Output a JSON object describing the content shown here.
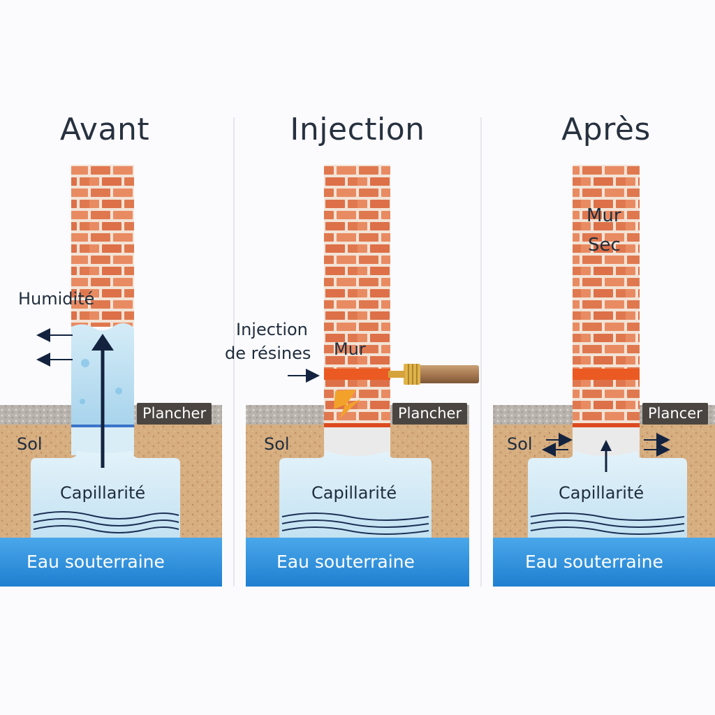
{
  "panels": [
    {
      "title": "Avant",
      "labels": {
        "humidity": "Humidité",
        "floor": "Plancher",
        "soil": "Sol",
        "capillarity": "Capillarité",
        "groundwater": "Eau souterraine"
      }
    },
    {
      "title": "Injection",
      "labels": {
        "injection_line1": "Injection",
        "injection_line2": "de résines",
        "wall": "Mur",
        "floor": "Plancher",
        "soil": "Sol",
        "capillarity": "Capillarité",
        "groundwater": "Eau souterraine"
      }
    },
    {
      "title": "Après",
      "labels": {
        "wall_line1": "Mur",
        "wall_line2": "Sec",
        "floor": "Plancer",
        "soil": "Sol",
        "capillarity": "Capillarité",
        "groundwater": "Eau souterraine"
      }
    }
  ],
  "colors": {
    "brick": "#e07a55",
    "mortar": "#f3e3d6",
    "soil": "#d6ad7e",
    "water_light": "#cfe8f4",
    "groundwater": "#2f8fdc",
    "resin": "#ea5a22",
    "arrow": "#13233f"
  },
  "icons": [
    "brick-wall-icon",
    "arrow-up-icon",
    "arrow-left-icon",
    "injector-nozzle-icon",
    "arrow-right-icon"
  ]
}
